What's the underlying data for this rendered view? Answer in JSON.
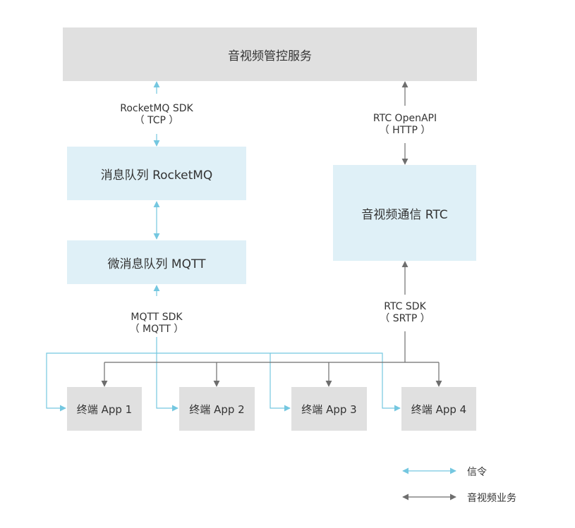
{
  "boxes": {
    "control_service": "音视频管控服务",
    "rocketmq": "消息队列 RocketMQ",
    "mqtt": "微消息队列 MQTT",
    "rtc": "音视频通信 RTC",
    "apps": [
      "终端 App 1",
      "终端 App 2",
      "终端 App 3",
      "终端 App 4"
    ]
  },
  "edge_labels": {
    "rocketmq_sdk": {
      "line1": "RocketMQ SDK",
      "line2": "（ TCP ）"
    },
    "rtc_openapi": {
      "line1": "RTC OpenAPI",
      "line2": "（ HTTP ）"
    },
    "mqtt_sdk": {
      "line1": "MQTT SDK",
      "line2": "（ MQTT ）"
    },
    "rtc_sdk": {
      "line1": "RTC SDK",
      "line2": "（ SRTP ）"
    }
  },
  "legend": {
    "signaling": "信令",
    "media": "音视频业务"
  },
  "colors": {
    "signaling": "#74c7e0",
    "media": "#6e6e6e",
    "gray_box": "#e0e0e0",
    "blue_box": "#dff0f7"
  }
}
